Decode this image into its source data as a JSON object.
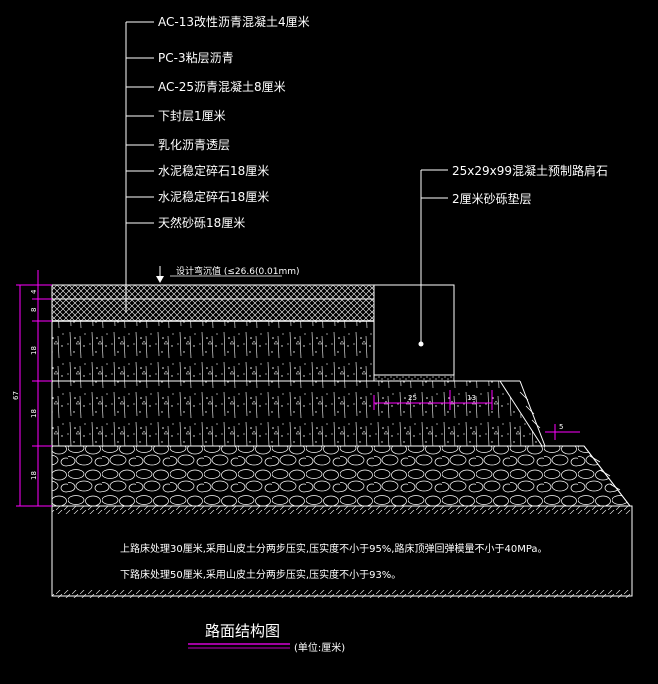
{
  "layer_labels": [
    "AC-13改性沥青混凝土4厘米",
    "PC-3粘层沥青",
    "AC-25沥青混凝土8厘米",
    "下封层1厘米",
    "乳化沥青透层",
    "水泥稳定碎石18厘米",
    "水泥稳定碎石18厘米",
    "天然砂砾18厘米"
  ],
  "curb_labels": [
    "25x29x99混凝土预制路肩石",
    "2厘米砂砾垫层"
  ],
  "design_note": "设计弯沉值 (≤26.6(0.01mm)",
  "dims_left": [
    "4",
    "8",
    "18",
    "18",
    "18"
  ],
  "dim_total": "67",
  "dims_curb": [
    "25",
    "13"
  ],
  "dim_slope": "5",
  "notes": [
    "上路床处理30厘米,采用山皮土分两步压实,压实度不小于95%,路床顶弹回弹模量不小于40MPa。",
    "下路床处理50厘米,采用山皮土分两步压实,压实度不小于93%。"
  ],
  "title": "路面结构图",
  "unit": "(单位:厘米)",
  "colors": {
    "background": "#000000",
    "lines": "#ffffff",
    "dimension": "#ff00ff"
  }
}
